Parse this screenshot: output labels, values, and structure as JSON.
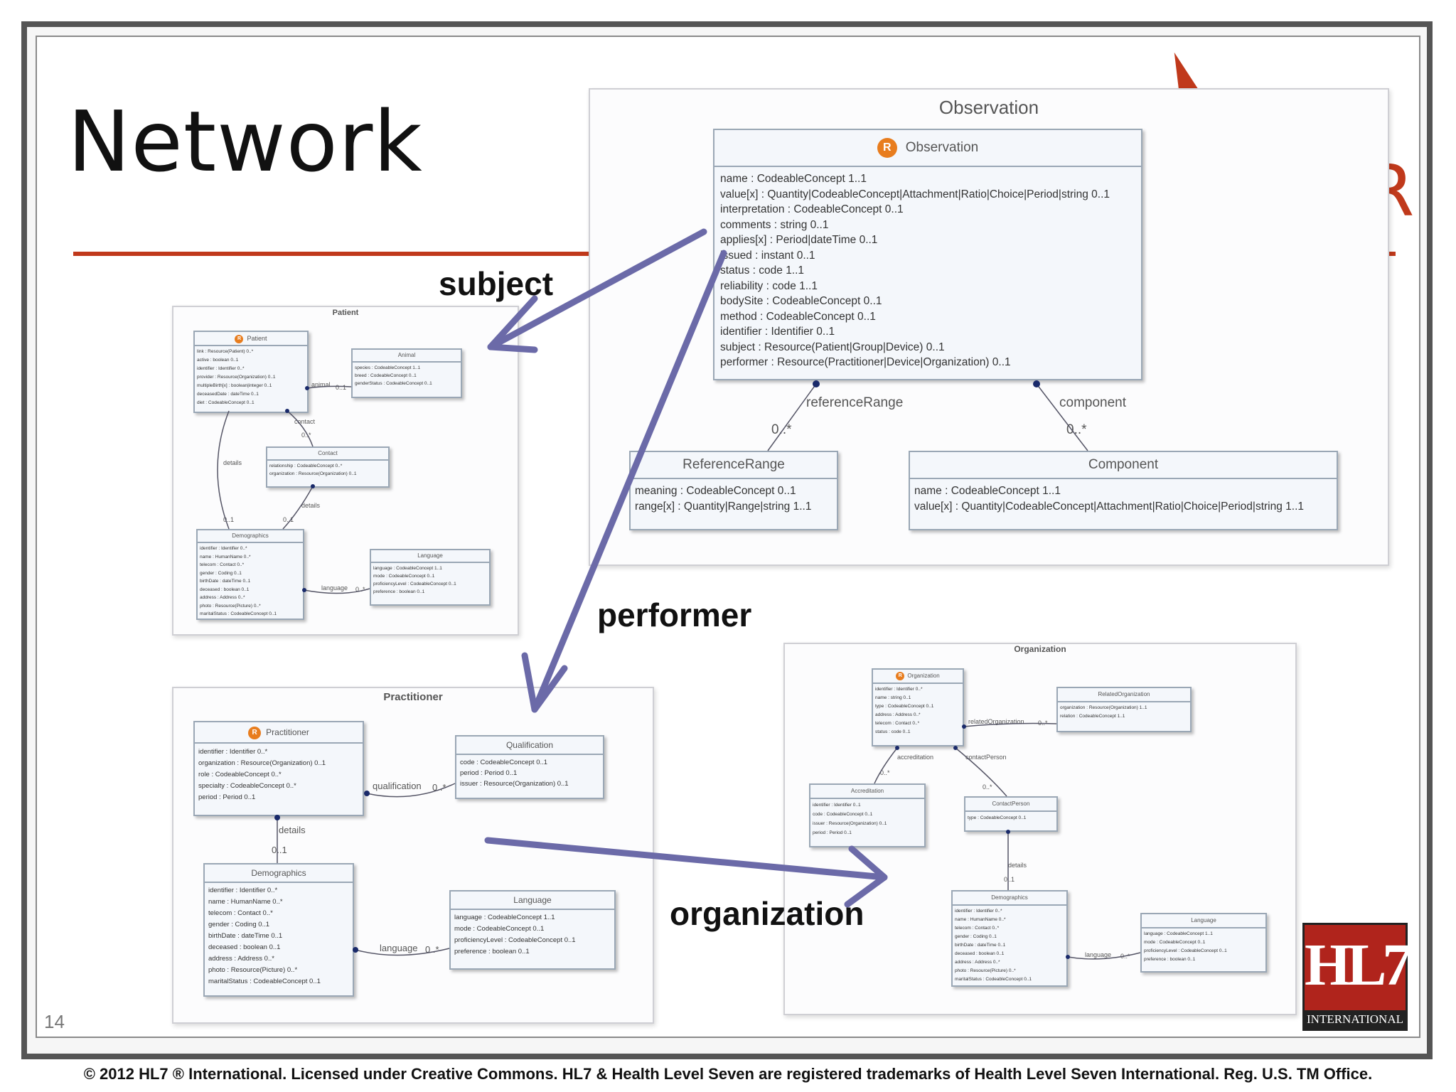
{
  "slide": {
    "title": "Network",
    "number": "14",
    "footer": "© 2012 HL7 ® International. Licensed under Creative Commons. HL7 & Health Level Seven are registered trademarks of Health Level Seven International. Reg. U.S. TM Office.",
    "accent_color": "#c0391b",
    "arrow_color": "#6b6aa8"
  },
  "arrows": {
    "subject": "subject",
    "performer": "performer",
    "organization": "organization"
  },
  "observation_panel": {
    "title": "Observation",
    "main_class": {
      "name": "Observation",
      "badge": "R",
      "attributes": [
        "name : CodeableConcept 1..1",
        "value[x] : Quantity|CodeableConcept|Attachment|Ratio|Choice|Period|string 0..1",
        "interpretation : CodeableConcept 0..1",
        "comments : string 0..1",
        "applies[x] : Period|dateTime 0..1",
        "issued : instant 0..1",
        "status : code 1..1",
        "reliability : code 1..1",
        "bodySite : CodeableConcept 0..1",
        "method : CodeableConcept 0..1",
        "identifier : Identifier 0..1",
        "subject : Resource(Patient|Group|Device) 0..1",
        "performer : Resource(Practitioner|Device|Organization) 0..1"
      ]
    },
    "reference_range": {
      "name": "ReferenceRange",
      "role": "referenceRange",
      "cardinality": "0..*",
      "attributes": [
        "meaning : CodeableConcept 0..1",
        "range[x] : Quantity|Range|string 1..1"
      ]
    },
    "component": {
      "name": "Component",
      "role": "component",
      "cardinality": "0..*",
      "attributes": [
        "name : CodeableConcept 1..1",
        "value[x] : Quantity|CodeableConcept|Attachment|Ratio|Choice|Period|string 1..1"
      ]
    },
    "logo_fragment": "R"
  },
  "patient_panel": {
    "title": "Patient",
    "patient_class": {
      "name": "Patient",
      "badge": "R",
      "attributes": [
        "link : Resource(Patient) 0..*",
        "active : boolean 0..1",
        "identifier : Identifier 0..*",
        "provider : Resource(Organization) 0..1",
        "multipleBirth[x] : boolean|integer 0..1",
        "deceasedDate : dateTime 0..1",
        "diet : CodeableConcept 0..1"
      ]
    },
    "animal": {
      "name": "Animal",
      "role": "animal",
      "cardinality": "0..1",
      "attributes": [
        "species : CodeableConcept 1..1",
        "breed : CodeableConcept 0..1",
        "genderStatus : CodeableConcept 0..1"
      ]
    },
    "contact": {
      "name": "Contact",
      "role": "contact",
      "cardinality": "0..*",
      "attributes": [
        "relationship : CodeableConcept 0..*",
        "organization : Resource(Organization) 0..1"
      ]
    },
    "demographics": {
      "name": "Demographics",
      "role": "details",
      "cardinality": "0..1",
      "attributes": [
        "identifier : Identifier 0..*",
        "name : HumanName 0..*",
        "telecom : Contact 0..*",
        "gender : Coding 0..1",
        "birthDate : dateTime 0..1",
        "deceased : boolean 0..1",
        "address : Address 0..*",
        "photo : Resource(Picture) 0..*",
        "maritalStatus : CodeableConcept 0..1"
      ]
    },
    "language": {
      "name": "Language",
      "role": "language",
      "cardinality": "0..*",
      "attributes": [
        "language : CodeableConcept 1..1",
        "mode : CodeableConcept 0..1",
        "proficiencyLevel : CodeableConcept 0..1",
        "preference : boolean 0..1"
      ]
    }
  },
  "practitioner_panel": {
    "title": "Practitioner",
    "practitioner_class": {
      "name": "Practitioner",
      "badge": "R",
      "attributes": [
        "identifier : Identifier 0..*",
        "organization : Resource(Organization) 0..1",
        "role : CodeableConcept 0..*",
        "specialty : CodeableConcept 0..*",
        "period : Period 0..1"
      ]
    },
    "qualification": {
      "name": "Qualification",
      "role": "qualification",
      "cardinality": "0..*",
      "attributes": [
        "code : CodeableConcept 0..1",
        "period : Period 0..1",
        "issuer : Resource(Organization) 0..1"
      ]
    },
    "demographics": {
      "name": "Demographics",
      "role": "details",
      "cardinality": "0..1",
      "attributes": [
        "identifier : Identifier 0..*",
        "name : HumanName 0..*",
        "telecom : Contact 0..*",
        "gender : Coding 0..1",
        "birthDate : dateTime 0..1",
        "deceased : boolean 0..1",
        "address : Address 0..*",
        "photo : Resource(Picture) 0..*",
        "maritalStatus : CodeableConcept 0..1"
      ]
    },
    "language": {
      "name": "Language",
      "role": "language",
      "cardinality": "0..*",
      "attributes": [
        "language : CodeableConcept 1..1",
        "mode : CodeableConcept 0..1",
        "proficiencyLevel : CodeableConcept 0..1",
        "preference : boolean 0..1"
      ]
    }
  },
  "organization_panel": {
    "title": "Organization",
    "organization_class": {
      "name": "Organization",
      "badge": "R",
      "attributes": [
        "identifier : Identifier 0..*",
        "name : string 0..1",
        "type : CodeableConcept 0..1",
        "address : Address 0..*",
        "telecom : Contact 0..*",
        "status : code 0..1"
      ]
    },
    "related": {
      "name": "RelatedOrganization",
      "role": "relatedOrganization",
      "cardinality": "0..*",
      "attributes": [
        "organization : Resource(Organization) 1..1",
        "relation : CodeableConcept 1..1"
      ]
    },
    "accreditation": {
      "name": "Accreditation",
      "role": "accreditation",
      "cardinality": "0..*",
      "attributes": [
        "identifier : Identifier 0..1",
        "code : CodeableConcept 0..1",
        "issuer : Resource(Organization) 0..1",
        "period : Period 0..1"
      ]
    },
    "contact_person": {
      "name": "ContactPerson",
      "role": "contactPerson",
      "cardinality": "0..*",
      "attributes": [
        "type : CodeableConcept 0..1"
      ]
    },
    "demographics": {
      "name": "Demographics",
      "role": "details",
      "cardinality": "0..1",
      "attributes": [
        "identifier : Identifier 0..*",
        "name : HumanName 0..*",
        "telecom : Contact 0..*",
        "gender : Coding 0..1",
        "birthDate : dateTime 0..1",
        "deceased : boolean 0..1",
        "address : Address 0..*",
        "photo : Resource(Picture) 0..*",
        "maritalStatus : CodeableConcept 0..1"
      ]
    },
    "language": {
      "name": "Language",
      "role": "language",
      "cardinality": "0..*",
      "attributes": [
        "language : CodeableConcept 1..1",
        "mode : CodeableConcept 0..1",
        "proficiencyLevel : CodeableConcept 0..1",
        "preference : boolean 0..1"
      ]
    }
  },
  "logo": {
    "mark": "HL7",
    "text": "INTERNATIONAL"
  }
}
